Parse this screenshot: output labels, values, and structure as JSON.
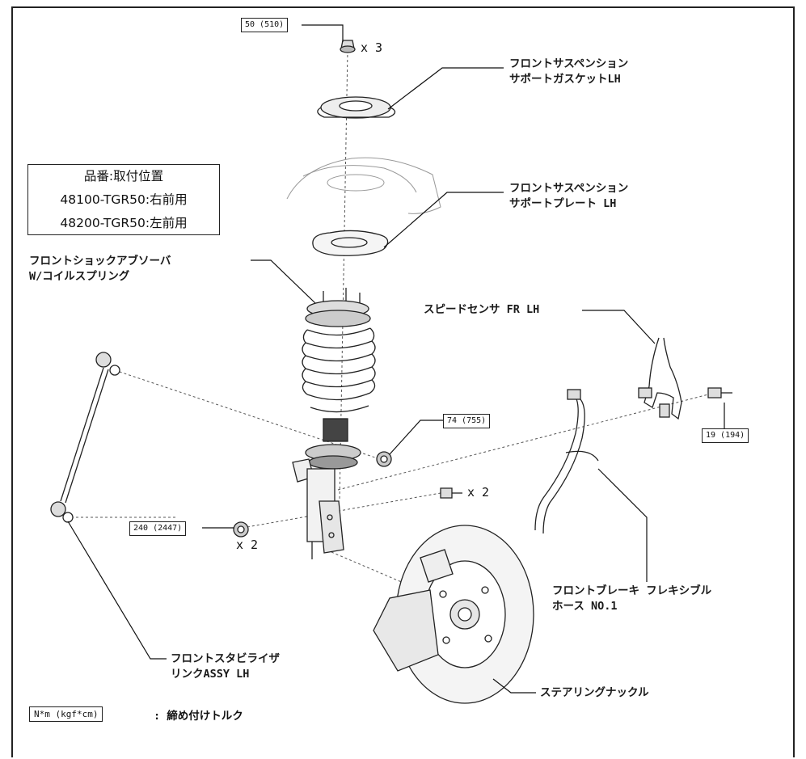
{
  "part_numbers": {
    "header": "品番:取付位置",
    "rows": [
      "48100-TGR50:右前用",
      "48200-TGR50:左前用"
    ]
  },
  "labels": {
    "support_gasket": [
      "フロントサスペンション",
      "サポートガスケットLH"
    ],
    "support_plate": [
      "フロントサスペンション",
      "サポートプレート LH"
    ],
    "shock_absorber": [
      "フロントショックアブソーバ",
      "W/コイルスプリング"
    ],
    "speed_sensor": [
      "スピードセンサ FR LH"
    ],
    "brake_hose": [
      "フロントブレーキ フレキシブル",
      "ホース NO.1"
    ],
    "stabilizer_link": [
      "フロントスタビライザ",
      "リンクASSY LH"
    ],
    "steering_knuckle": [
      "ステアリングナックル"
    ]
  },
  "torques": {
    "top_nut": "50 (510)",
    "strut_nut": "74 (755)",
    "sensor_bolt": "19 (194)",
    "knuckle_nut": "240 (2447)"
  },
  "quantities": {
    "top_nut": "x 3",
    "knuckle_bolt": "x 2",
    "knuckle_nut": "x 2"
  },
  "legend": {
    "key": "N*m (kgf*cm)",
    "text": ": 締め付けトルク"
  }
}
